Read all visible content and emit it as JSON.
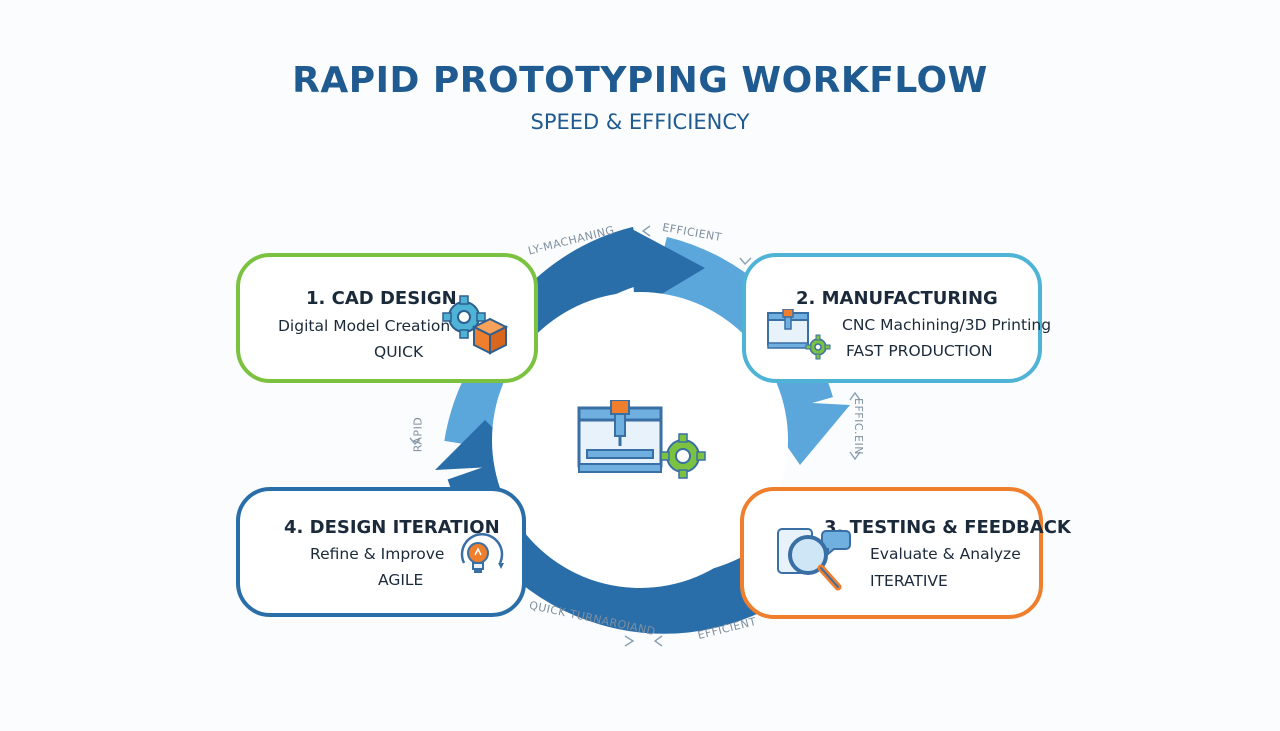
{
  "title": "RAPID PROTOTYPING WORKFLOW",
  "subtitle": "SPEED & EFFICIENCY",
  "colors": {
    "title": "#1f5a91",
    "cad_design": "#7cc241",
    "manufacturing": "#4fb3d6",
    "testing": "#ef7e2d",
    "design_iteration": "#2a6ea9",
    "cycle_dark": "#2a6ea9",
    "cycle_light": "#5ba7dc"
  },
  "steps": [
    {
      "id": "cad-design",
      "heading": "1. CAD DESIGN",
      "line1": "Digital Model Creation",
      "line2": "QUICK",
      "icon": "gear-and-cube-icon"
    },
    {
      "id": "manufacturing",
      "heading": "2. MANUFACTURING",
      "line1": "CNC Machining/3D Printing",
      "line2": "FAST PRODUCTION",
      "icon": "cnc-machine-gear-icon"
    },
    {
      "id": "testing-feedback",
      "heading": "3. TESTING & FEEDBACK",
      "line1": "Evaluate & Analyze",
      "line2": "ITERATIVE",
      "icon": "magnifier-chat-icon"
    },
    {
      "id": "design-iteration",
      "heading": "4. DESIGN ITERATION",
      "line1": "Refine & Improve",
      "line2": "AGILE",
      "icon": "lightbulb-cycle-icon"
    }
  ],
  "center_icon": "cnc-machine-gear-icon",
  "flow_labels": {
    "top_left": "LY-MACHANING",
    "top_right": "EFFICIENT",
    "right": "EFFIC.EIN",
    "bottom_left": "QUICK TURNAROIAND",
    "bottom_right": "EFFICIENT",
    "left": "RAPID"
  }
}
